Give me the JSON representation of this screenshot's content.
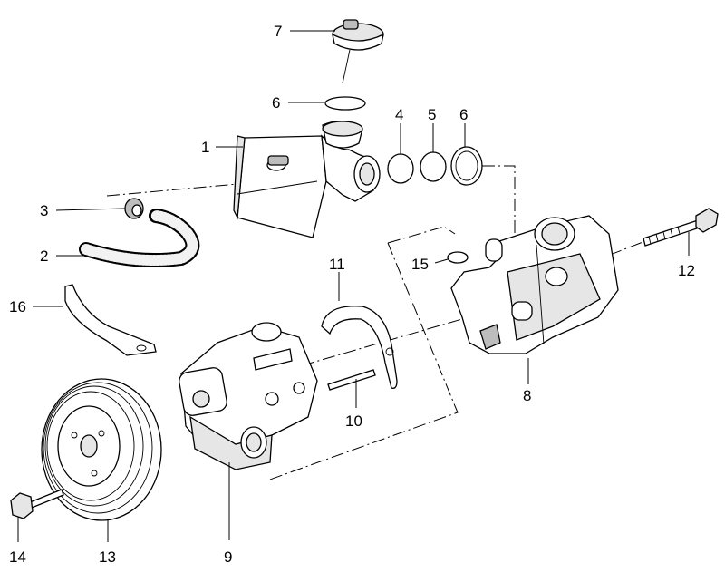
{
  "diagram": {
    "callouts": [
      {
        "id": "label-7",
        "text": "7"
      },
      {
        "id": "label-6-top",
        "text": "6"
      },
      {
        "id": "label-4",
        "text": "4"
      },
      {
        "id": "label-5",
        "text": "5"
      },
      {
        "id": "label-6-right",
        "text": "6"
      },
      {
        "id": "label-1",
        "text": "1"
      },
      {
        "id": "label-3",
        "text": "3"
      },
      {
        "id": "label-2",
        "text": "2"
      },
      {
        "id": "label-11",
        "text": "11"
      },
      {
        "id": "label-15",
        "text": "15"
      },
      {
        "id": "label-12",
        "text": "12"
      },
      {
        "id": "label-16",
        "text": "16"
      },
      {
        "id": "label-8",
        "text": "8"
      },
      {
        "id": "label-10",
        "text": "10"
      },
      {
        "id": "label-14",
        "text": "14"
      },
      {
        "id": "label-13",
        "text": "13"
      },
      {
        "id": "label-9",
        "text": "9"
      }
    ],
    "colors": {
      "line": "#000000",
      "fill": "#ffffff",
      "shade": "#e6e6e6",
      "dark_shade": "#bdbdbd"
    }
  }
}
